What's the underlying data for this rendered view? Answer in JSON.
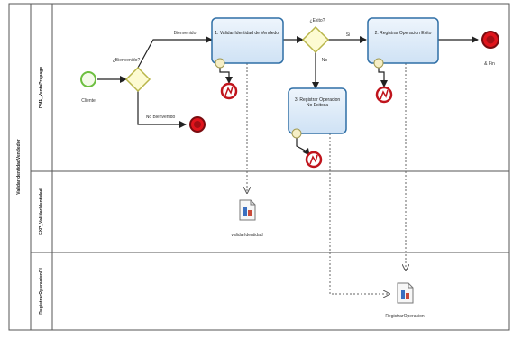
{
  "pool": {
    "label": "ValidarIdentidadVendedor"
  },
  "lanes": [
    {
      "label": "PM1_VentaPrepago"
    },
    {
      "label": "EXP_ValidarIdentidad"
    },
    {
      "label": "RegistrarOperacionPI"
    }
  ],
  "events": {
    "start": "Cliente",
    "end_main": "& Fin",
    "end_no_bienvenido": ""
  },
  "gateways": {
    "g1": "¿Bienvenido?",
    "g2": "¿Exito?"
  },
  "flows": {
    "bienvenido": "Bienvenido",
    "no_bienvenido": "No Bienvenido",
    "si": "Si",
    "no": "No"
  },
  "tasks": {
    "t1": "1. Validar Identidad de Vendedor",
    "t2": "2. Registrar Operacion Exito",
    "t3": "3. Registrar Operacion No Exitosa"
  },
  "data_objects": {
    "d1": "validarIdentidad",
    "d2": "RegistrarOperacion"
  },
  "colors": {
    "task_fill": "#dbeaf8",
    "task_stroke": "#2f6fa6",
    "gateway_fill": "#fdfbd2",
    "gateway_stroke": "#b9b64a",
    "start_stroke": "#6cbf3f",
    "end_fill": "#e0141c",
    "error_stroke": "#c0141c"
  }
}
